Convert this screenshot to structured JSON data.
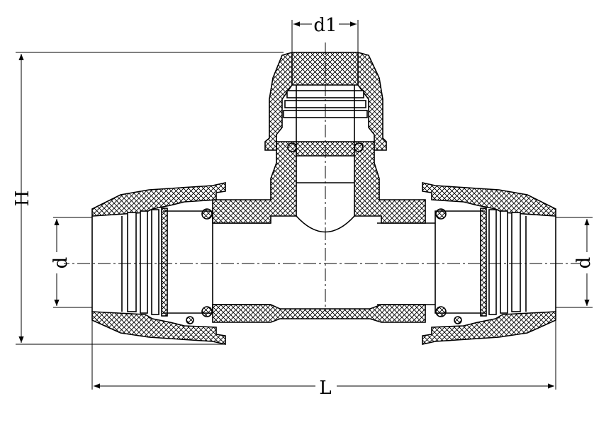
{
  "dimensions": {
    "overall_height": "H",
    "overall_length": "L",
    "run_diameter": "d",
    "branch_diameter": "d1"
  },
  "colors": {
    "line": "#000000",
    "background": "#ffffff"
  }
}
